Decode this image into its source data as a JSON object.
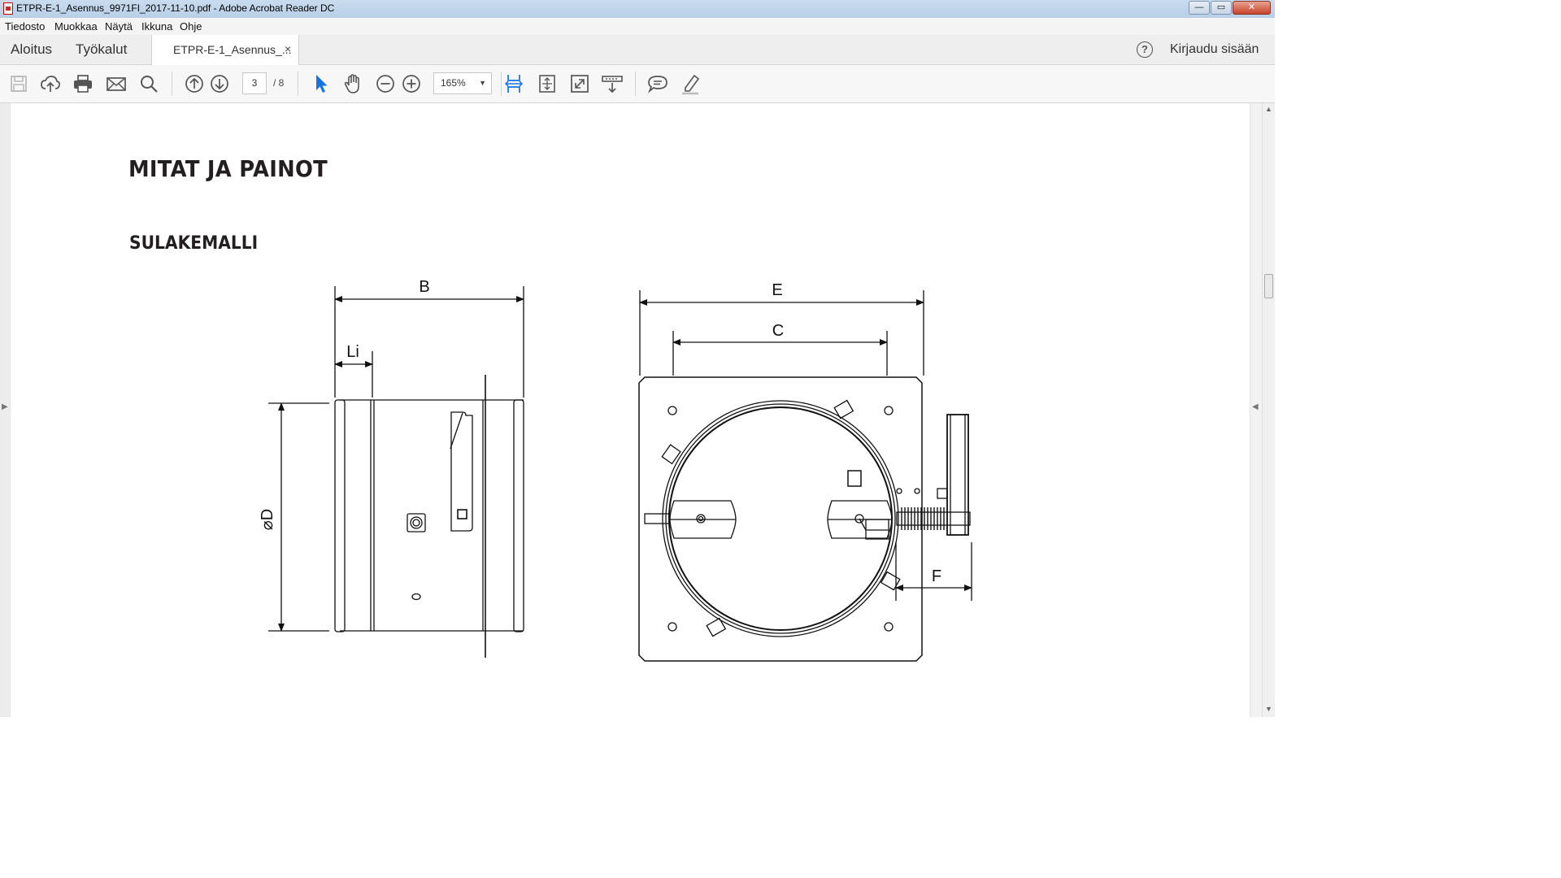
{
  "window": {
    "title": "ETPR-E-1_Asennus_9971FI_2017-11-10.pdf - Adobe Acrobat Reader DC",
    "minimize": "—",
    "maximize": "▭",
    "close": "✕"
  },
  "menu": [
    "Tiedosto",
    "Muokkaa",
    "Näytä",
    "Ikkuna",
    "Ohje"
  ],
  "tabs": {
    "home": "Aloitus",
    "tools": "Työkalut",
    "document": "ETPR-E-1_Asennus_...",
    "document_close": "×",
    "help": "?",
    "sign_in": "Kirjaudu sisään"
  },
  "toolbar": {
    "page_current": "3",
    "page_total": "/ 8",
    "zoom": "165%",
    "icons": [
      "save-icon",
      "cloud-upload-icon",
      "print-icon",
      "email-icon",
      "search-icon",
      "page-up-icon",
      "page-down-icon",
      "select-pointer-icon",
      "hand-icon",
      "zoom-out-icon",
      "zoom-in-icon",
      "fit-width-icon",
      "fit-page-icon",
      "full-screen-icon",
      "read-mode-icon",
      "comment-icon",
      "highlight-icon"
    ]
  },
  "document": {
    "heading": "MITAT JA PAINOT",
    "subheading": "SULAKEMALLI",
    "labels": {
      "b": "B",
      "li": "Li",
      "d": "⌀D",
      "e": "E",
      "c": "C",
      "f": "F"
    }
  },
  "colors": {
    "accent": "#1473e6",
    "title_bar": "#c2d7ec"
  }
}
